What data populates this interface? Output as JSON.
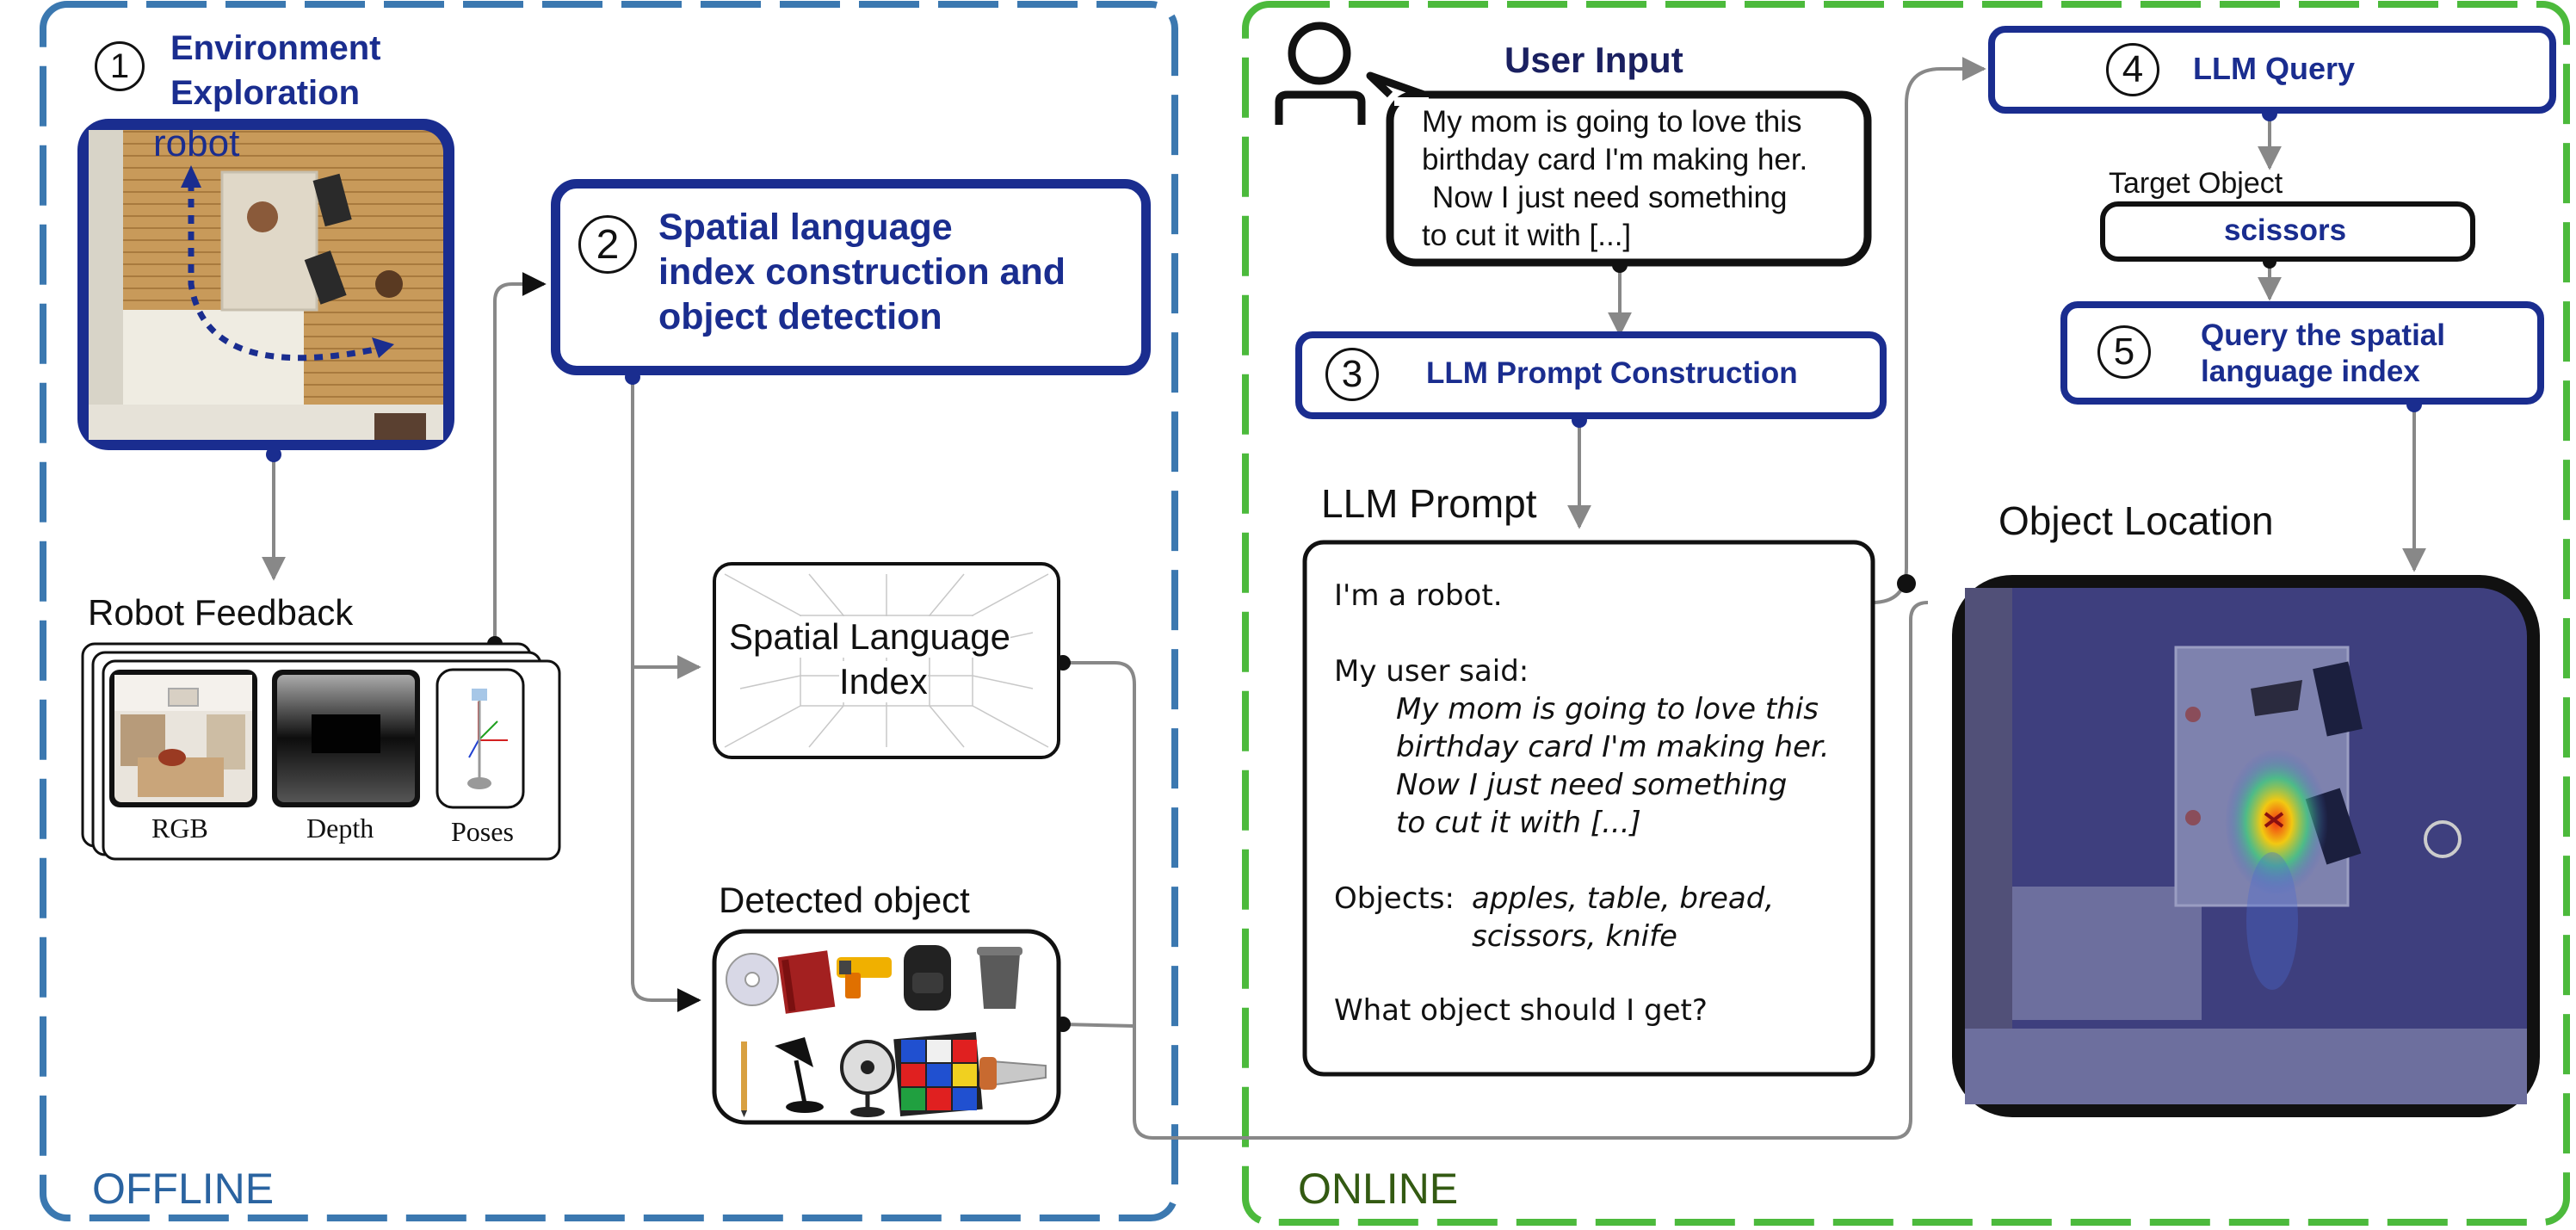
{
  "offline": {
    "region_label": "OFFLINE",
    "step1": {
      "number": "1",
      "title_line1": "Environment",
      "title_line2": "Exploration",
      "robot_label": "robot"
    },
    "step2": {
      "number": "2",
      "line1": "Spatial language",
      "line2": "index construction and",
      "line3": "object detection"
    },
    "robot_feedback": {
      "title": "Robot Feedback",
      "rgb": "RGB",
      "depth": "Depth",
      "poses": "Poses"
    },
    "index_box": {
      "line1": "Spatial Language",
      "line2": "Index"
    },
    "detected": {
      "title": "Detected object"
    }
  },
  "online": {
    "region_label": "ONLINE",
    "user_input": {
      "title": "User Input",
      "line1": "My mom is going to love this",
      "line2": "birthday card I'm making her.",
      "line3": "Now I just need something",
      "line4": "to cut it with [...]"
    },
    "step3": {
      "number": "3",
      "label": "LLM Prompt Construction"
    },
    "prompt": {
      "title": "LLM Prompt",
      "intro": "I'm a robot.",
      "said": "My user said:",
      "q1": "My mom is going to love this",
      "q2": "birthday card I'm making her.",
      "q3": "Now I just need something",
      "q4": "to cut it with [...]",
      "objects_label": "Objects:",
      "objects1": "apples, table, bread,",
      "objects2": "scissors, knife",
      "question": "What object should I get?"
    },
    "step4": {
      "number": "4",
      "label": "LLM Query"
    },
    "target": {
      "title": "Target Object",
      "value": "scissors"
    },
    "step5": {
      "number": "5",
      "line1": "Query the spatial",
      "line2": "language index"
    },
    "location": {
      "title": "Object Location"
    }
  },
  "colors": {
    "offline_border": "#3b78b0",
    "online_border": "#4cba3c",
    "step_blue": "#1a2d8f"
  }
}
